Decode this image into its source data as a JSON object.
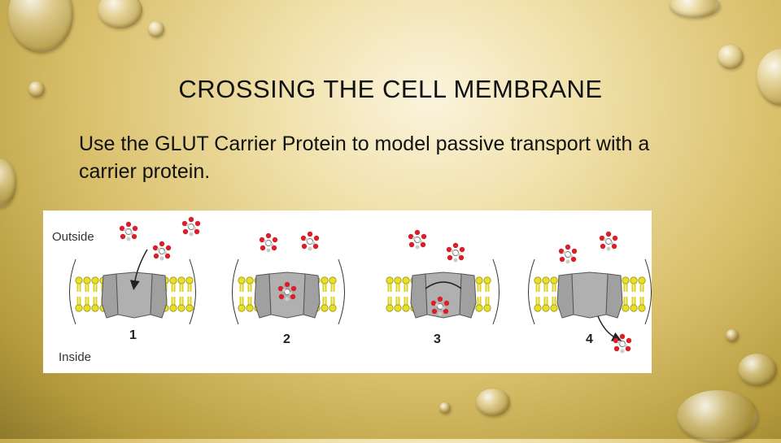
{
  "slide": {
    "title": "CROSSING THE CELL MEMBRANE",
    "body": "Use the GLUT Carrier Protein to model passive transport with a carrier protein."
  },
  "figure": {
    "outside_label": "Outside",
    "inside_label": "Inside",
    "steps": [
      "1",
      "2",
      "3",
      "4"
    ]
  },
  "colors": {
    "lipid": "#e6e02a",
    "protein": "#a0a0a0",
    "glucose_atom": "#d8202a"
  }
}
